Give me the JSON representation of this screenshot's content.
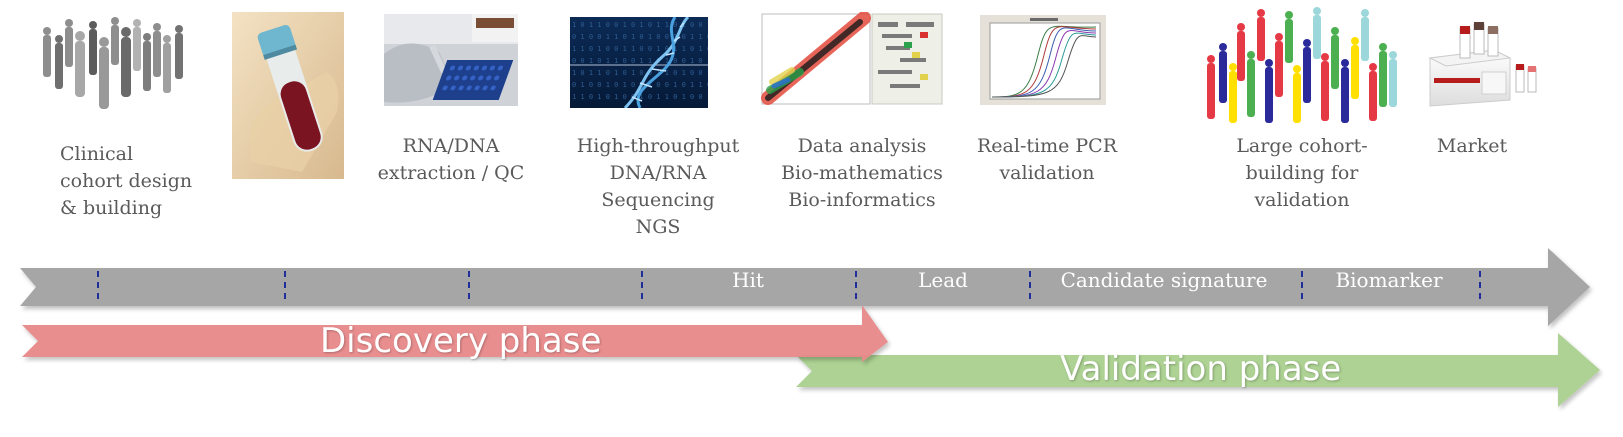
{
  "steps": [
    {
      "id": "cohort",
      "lines": [
        "Clinical",
        "cohort design",
        "& building"
      ],
      "icon": "crowd-silhouettes-icon"
    },
    {
      "id": "blood",
      "lines": [],
      "icon": "blood-tube-icon"
    },
    {
      "id": "extraction",
      "lines": [
        "RNA/DNA",
        "extraction / QC"
      ],
      "icon": "pipette-plate-icon"
    },
    {
      "id": "sequencing",
      "lines": [
        "High-throughput",
        "DNA/RNA",
        "Sequencing",
        "NGS"
      ],
      "icon": "dna-helix-icon"
    },
    {
      "id": "analysis",
      "lines": [
        "Data analysis",
        "Bio-mathematics",
        "Bio-informatics"
      ],
      "icon": "scatter-plot-icon"
    },
    {
      "id": "pcr",
      "lines": [
        "Real-time PCR",
        "validation"
      ],
      "icon": "pcr-curves-icon"
    },
    {
      "id": "large-cohort",
      "lines": [
        "Large cohort-",
        "building for",
        "validation"
      ],
      "icon": "colorful-crowd-icon"
    },
    {
      "id": "market",
      "lines": [
        "Market"
      ],
      "icon": "product-kit-icon"
    }
  ],
  "pipeline": {
    "stages": [
      "Hit",
      "Lead",
      "Candidate signature",
      "Biomarker"
    ],
    "arrow_color": "#a6a6a6",
    "divider_color": "#1f2f99"
  },
  "phases": {
    "discovery": {
      "label": "Discovery phase",
      "color": "#e8898a"
    },
    "validation": {
      "label": "Validation phase",
      "color": "#a9d08e"
    }
  }
}
